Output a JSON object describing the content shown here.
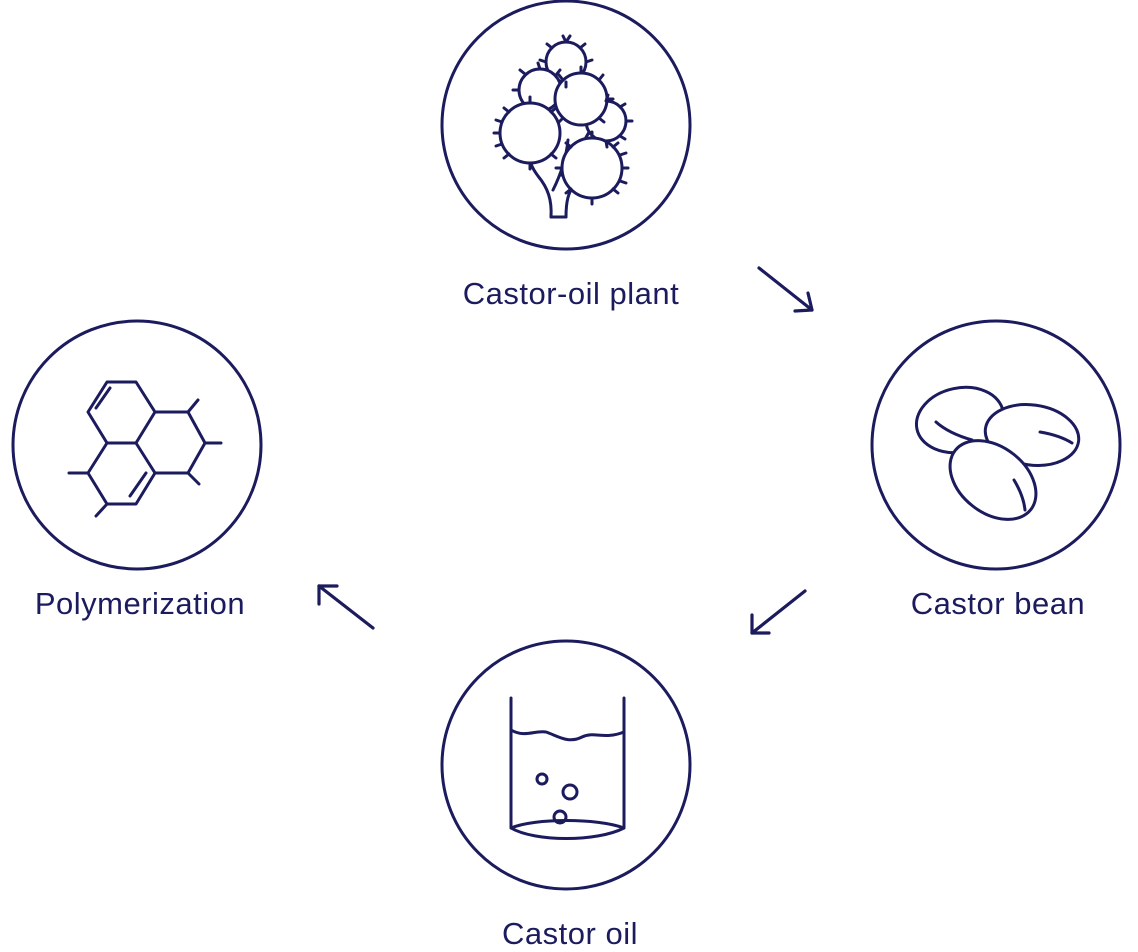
{
  "diagram": {
    "accent_color": "#1b1b5e",
    "steps": [
      {
        "id": "plant",
        "label": "Castor-oil plant",
        "icon": "castor-plant-icon"
      },
      {
        "id": "bean",
        "label": "Castor bean",
        "icon": "castor-bean-icon"
      },
      {
        "id": "oil",
        "label": "Castor oil",
        "icon": "oil-beaker-icon"
      },
      {
        "id": "poly",
        "label": "Polymerization",
        "icon": "molecule-icon"
      }
    ],
    "arrows": [
      {
        "from": "plant",
        "to": "bean"
      },
      {
        "from": "bean",
        "to": "oil"
      },
      {
        "from": "oil",
        "to": "poly"
      }
    ]
  }
}
